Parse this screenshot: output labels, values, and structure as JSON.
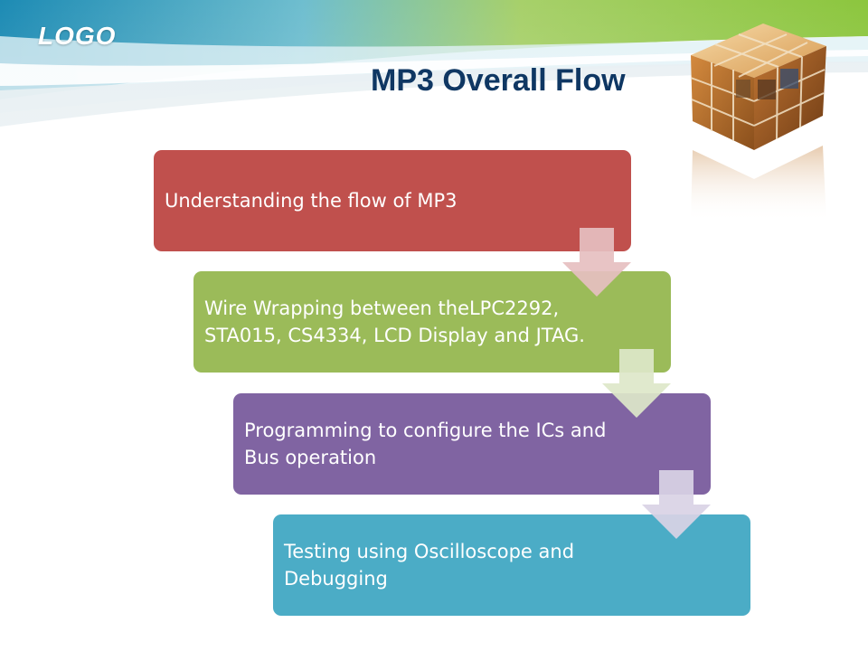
{
  "slide": {
    "logo": "LOGO",
    "title": "MP3 Overall Flow"
  },
  "flow": {
    "steps": [
      {
        "text": "Understanding the flow of MP3",
        "color": "#c0504d"
      },
      {
        "text": "Wire Wrapping between theLPC2292,  STA015, CS4334, LCD Display and JTAG.",
        "color": "#9bbb59"
      },
      {
        "text": "Programming to configure the ICs and Bus operation",
        "color": "#8064a2"
      },
      {
        "text": "Testing using Oscilloscope and Debugging",
        "color": "#4bacc6"
      }
    ],
    "connector_icon": "down-arrow-icon"
  },
  "theme": {
    "title_color": "#0f3763",
    "header_gradient": [
      "#1f8fb5",
      "#9ccf3e"
    ]
  }
}
